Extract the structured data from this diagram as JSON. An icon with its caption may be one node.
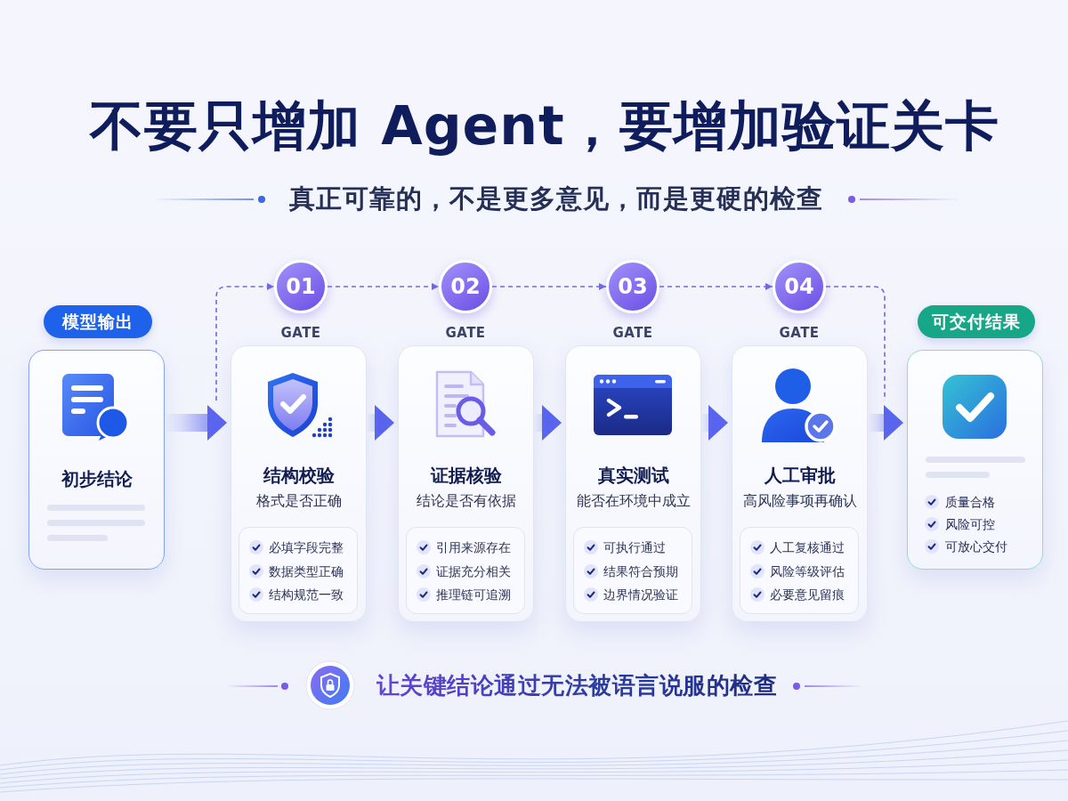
{
  "diagram": {
    "title": "不要只增加 Agent，要增加验证关卡",
    "nodes": [
      {
        "text": [
          "模型输出"
        ]
      },
      {
        "text": [
          "初步结论"
        ]
      },
      {
        "text": [
          "01"
        ],
        "beside": [
          "GATE"
        ]
      },
      {
        "text": [
          "结构校验",
          "格式是否正确"
        ]
      },
      {
        "text": [
          "必填字段完整",
          "数据类型正确",
          "结构规范一致"
        ],
        "in": 3
      },
      {
        "text": [
          "02"
        ],
        "beside": [
          "GATE"
        ]
      },
      {
        "text": [
          "证据核验",
          "结论是否有依据"
        ]
      },
      {
        "text": [
          "引用来源存在",
          "证据充分相关",
          "推理链可追溯"
        ],
        "in": 6
      },
      {
        "text": [
          "03"
        ],
        "beside": [
          "GATE"
        ]
      },
      {
        "text": [
          "真实测试",
          "能否在环境中成立"
        ]
      },
      {
        "text": [
          "可执行通过",
          "结果符合预期",
          "边界情况验证"
        ],
        "in": 9
      },
      {
        "text": [
          "04"
        ],
        "beside": [
          "GATE"
        ]
      },
      {
        "text": [
          "人工审批",
          "高风险事项再确认"
        ]
      },
      {
        "text": [
          "人工复核通过",
          "风险等级评估",
          "必要意见留痕"
        ],
        "in": 12
      },
      {
        "text": [
          "可交付结果"
        ]
      },
      {
        "text": [
          "质量合格",
          "风险可控",
          "可放心交付"
        ]
      }
    ],
    "edges": [
      {
        "from": 1,
        "to": 3,
        "arrow": "to",
        "style": "thick"
      },
      {
        "from": 3,
        "to": 6,
        "arrow": "to",
        "style": "thick"
      },
      {
        "from": 6,
        "to": 9,
        "arrow": "to",
        "style": "thick"
      },
      {
        "from": 9,
        "to": 12,
        "arrow": "to",
        "style": "thick"
      },
      {
        "from": 12,
        "to": 15,
        "arrow": "to",
        "style": "thick"
      },
      {
        "from": null,
        "to": 2,
        "arrow": "to",
        "style": "dashed"
      },
      {
        "from": 2,
        "to": 5,
        "arrow": "to",
        "style": "dashed"
      },
      {
        "from": 5,
        "to": 8,
        "arrow": "to",
        "style": "dashed"
      },
      {
        "from": 8,
        "to": 11,
        "arrow": "to",
        "style": "dashed"
      },
      {
        "from": 11,
        "to": null,
        "arrow": "none",
        "style": "dashed"
      }
    ],
    "labels": [
      "真正可靠的，不是更多意见，而是更硬的检查",
      "让关键结论通过无法被语言说服的检查"
    ]
  }
}
